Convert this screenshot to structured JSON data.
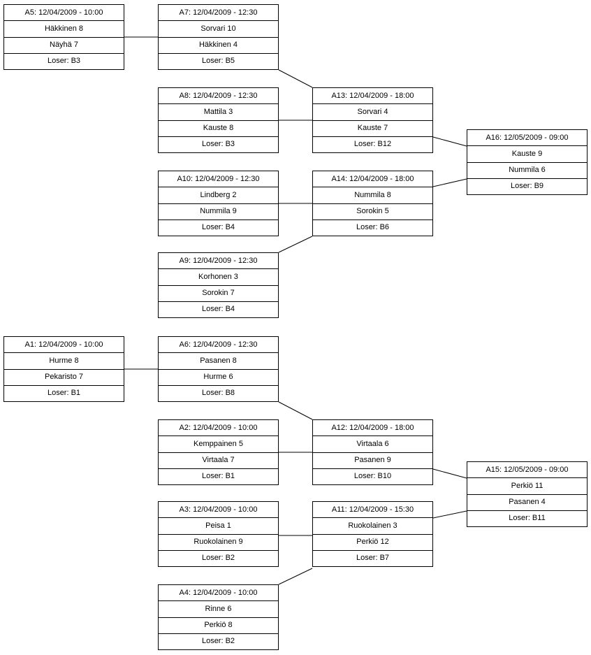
{
  "page": {
    "background_color": "#ffffff",
    "line_color": "#000000",
    "text_color": "#000000"
  },
  "matches": {
    "A5": {
      "header": "A5: 12/04/2009 - 10:00",
      "player1": "Häkkinen 8",
      "player2": "Näyhä 7",
      "loser": "Loser: B3"
    },
    "A7": {
      "header": "A7: 12/04/2009 - 12:30",
      "player1": "Sorvari 10",
      "player2": "Häkkinen 4",
      "loser": "Loser: B5"
    },
    "A8": {
      "header": "A8: 12/04/2009 - 12:30",
      "player1": "Mattila 3",
      "player2": "Kauste 8",
      "loser": "Loser: B3"
    },
    "A13": {
      "header": "A13: 12/04/2009 - 18:00",
      "player1": "Sorvari 4",
      "player2": "Kauste 7",
      "loser": "Loser: B12"
    },
    "A16": {
      "header": "A16: 12/05/2009 - 09:00",
      "player1": "Kauste 9",
      "player2": "Nummila 6",
      "loser": "Loser: B9"
    },
    "A10": {
      "header": "A10: 12/04/2009 - 12:30",
      "player1": "Lindberg 2",
      "player2": "Nummila 9",
      "loser": "Loser: B4"
    },
    "A14": {
      "header": "A14: 12/04/2009 - 18:00",
      "player1": "Nummila 8",
      "player2": "Sorokin 5",
      "loser": "Loser: B6"
    },
    "A9": {
      "header": "A9: 12/04/2009 - 12:30",
      "player1": "Korhonen 3",
      "player2": "Sorokin 7",
      "loser": "Loser: B4"
    },
    "A1": {
      "header": "A1: 12/04/2009 - 10:00",
      "player1": "Hurme 8",
      "player2": "Pekaristo 7",
      "loser": "Loser: B1"
    },
    "A6": {
      "header": "A6: 12/04/2009 - 12:30",
      "player1": "Pasanen 8",
      "player2": "Hurme 6",
      "loser": "Loser: B8"
    },
    "A2": {
      "header": "A2: 12/04/2009 - 10:00",
      "player1": "Kemppainen 5",
      "player2": "Virtaala 7",
      "loser": "Loser: B1"
    },
    "A12": {
      "header": "A12: 12/04/2009 - 18:00",
      "player1": "Virtaala 6",
      "player2": "Pasanen 9",
      "loser": "Loser: B10"
    },
    "A15": {
      "header": "A15: 12/05/2009 - 09:00",
      "player1": "Perkiö 11",
      "player2": "Pasanen 4",
      "loser": "Loser: B11"
    },
    "A3": {
      "header": "A3: 12/04/2009 - 10:00",
      "player1": "Peisa 1",
      "player2": "Ruokolainen 9",
      "loser": "Loser: B2"
    },
    "A11": {
      "header": "A11: 12/04/2009 - 15:30",
      "player1": "Ruokolainen 3",
      "player2": "Perkiö 12",
      "loser": "Loser: B7"
    },
    "A4": {
      "header": "A4: 12/04/2009 - 10:00",
      "player1": "Rinne 6",
      "player2": "Perkiö 8",
      "loser": "Loser: B2"
    }
  },
  "advancements": [
    {
      "from": "A5",
      "to": "A7"
    },
    {
      "from": "A7",
      "to": "A13"
    },
    {
      "from": "A8",
      "to": "A13"
    },
    {
      "from": "A13",
      "to": "A16"
    },
    {
      "from": "A10",
      "to": "A14"
    },
    {
      "from": "A9",
      "to": "A14"
    },
    {
      "from": "A14",
      "to": "A16"
    },
    {
      "from": "A1",
      "to": "A6"
    },
    {
      "from": "A6",
      "to": "A12"
    },
    {
      "from": "A2",
      "to": "A12"
    },
    {
      "from": "A12",
      "to": "A15"
    },
    {
      "from": "A3",
      "to": "A11"
    },
    {
      "from": "A4",
      "to": "A11"
    },
    {
      "from": "A11",
      "to": "A15"
    }
  ]
}
